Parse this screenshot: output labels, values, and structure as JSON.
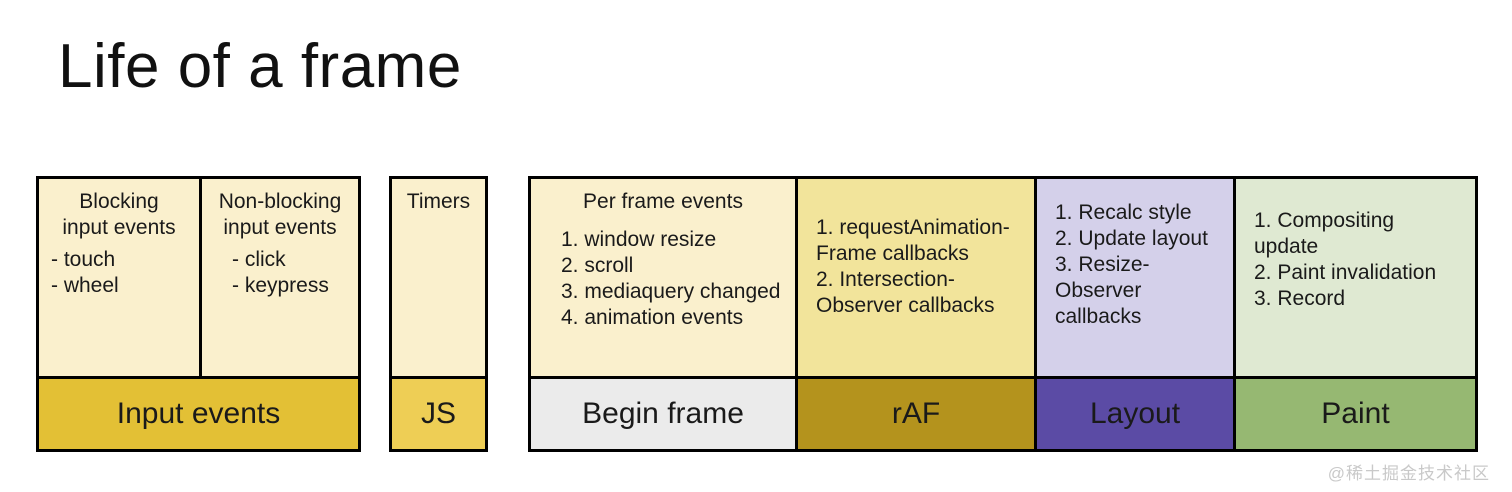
{
  "title": "Life of a frame",
  "watermark": "@稀土掘金技术社区",
  "colors": {
    "cream": "#faf0cd",
    "cream_deep": "#f2e49b",
    "lavender": "#d4d0ea",
    "mint": "#dfe9d2",
    "footer_input_events": "#e3c035",
    "footer_js": "#eece55",
    "footer_begin_frame": "#ebebeb",
    "footer_raf": "#b4931d",
    "footer_layout": "#5b4ba5",
    "footer_paint": "#96b872",
    "border": "#000000",
    "text": "#1a1a1a"
  },
  "groups": [
    {
      "id": "input",
      "name": "input-events-group",
      "columns": [
        {
          "id": "blocking",
          "name": "blocking-input-events",
          "bg": "#faf0cd",
          "heading": "Blocking\ninput events",
          "items": [
            "- touch",
            "- wheel"
          ]
        },
        {
          "id": "non-blocking",
          "name": "non-blocking-input-events",
          "bg": "#faf0cd",
          "heading": "Non-blocking\ninput events",
          "items": [
            "- click",
            "- keypress"
          ]
        }
      ],
      "footers": [
        {
          "id": "input-events",
          "label": "Input events",
          "bg": "#e3c035",
          "span": 2
        }
      ]
    },
    {
      "id": "js",
      "name": "js-group",
      "columns": [
        {
          "id": "timers",
          "name": "timers",
          "bg": "#faf0cd",
          "heading": "Timers",
          "items": []
        }
      ],
      "footers": [
        {
          "id": "js",
          "label": "JS",
          "bg": "#eece55",
          "span": 1
        }
      ]
    },
    {
      "id": "pipeline",
      "name": "frame-pipeline-group",
      "columns": [
        {
          "id": "begin-frame",
          "name": "per-frame-events",
          "bg": "#faf0cd",
          "heading": "Per frame events",
          "items": [
            "1. window resize",
            "2. scroll",
            "3. mediaquery changed",
            "4. animation events"
          ]
        },
        {
          "id": "raf",
          "name": "raf-callbacks",
          "bg": "#f2e49b",
          "heading": "",
          "items": [
            "1. requestAnimation-\nFrame callbacks",
            "2. Intersection-\nObserver callbacks"
          ]
        },
        {
          "id": "layout",
          "name": "layout-steps",
          "bg": "#d4d0ea",
          "heading": "",
          "items": [
            "1. Recalc style",
            "2. Update layout",
            "3. Resize-\nObserver callbacks"
          ]
        },
        {
          "id": "paint",
          "name": "paint-steps",
          "bg": "#dfe9d2",
          "heading": "",
          "items": [
            "1. Compositing update",
            "2. Paint invalidation",
            "3. Record"
          ]
        }
      ],
      "footers": [
        {
          "id": "begin-frame",
          "label": "Begin frame",
          "bg": "#ebebeb",
          "span": 1
        },
        {
          "id": "raf",
          "label": "rAF",
          "bg": "#b4931d",
          "span": 1
        },
        {
          "id": "layout",
          "label": "Layout",
          "bg": "#5b4ba5",
          "span": 1
        },
        {
          "id": "paint",
          "label": "Paint",
          "bg": "#96b872",
          "span": 1
        }
      ]
    }
  ]
}
